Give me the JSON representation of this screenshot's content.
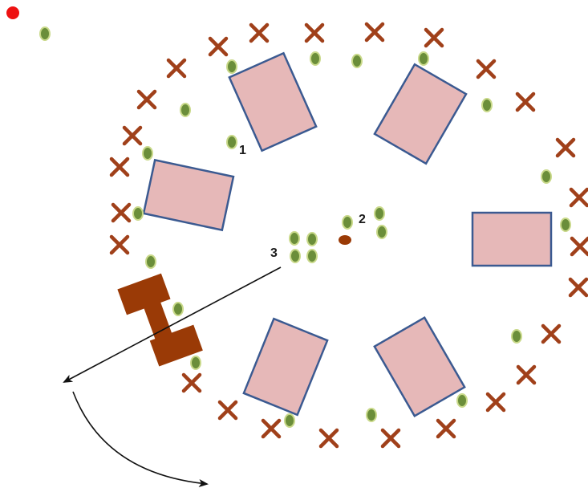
{
  "labels": {
    "one": "1",
    "two": "2",
    "three": "3"
  },
  "colors": {
    "background": "#ffffff",
    "building_fill": "#e6b8b8",
    "building_stroke": "#3b5a91",
    "tree_fill": "#6b8e3a",
    "tree_stroke": "#c9d98a",
    "cross": "#a0401a",
    "machine": "#9a3a06",
    "red_dot": "#ee1111",
    "arrow": "#111111"
  },
  "legend_icons": {
    "building": "rectangle-building-icon",
    "tree": "green-ellipse-tree-icon",
    "cross": "cross-mark-icon",
    "machine": "brown-vehicle-icon",
    "marker": "red-dot-icon"
  }
}
